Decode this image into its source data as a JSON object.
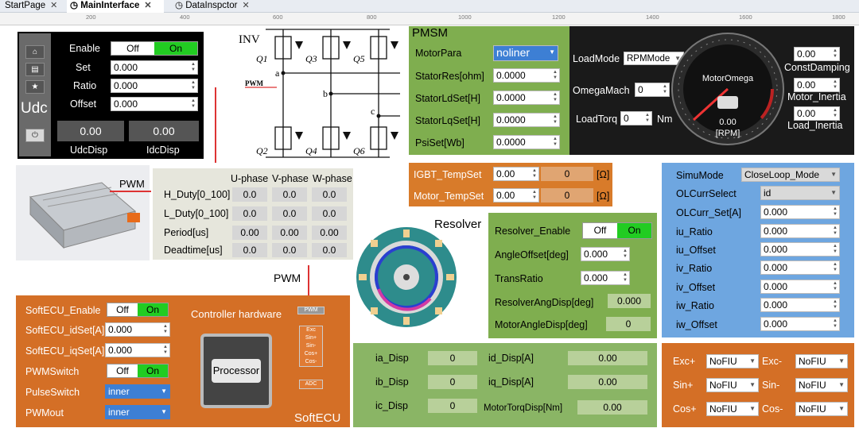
{
  "tabs": [
    {
      "label": "StartPage"
    },
    {
      "label": "MainInterface"
    },
    {
      "label": "DataInspctor"
    }
  ],
  "ruler": [
    "200",
    "400",
    "600",
    "800",
    "1000",
    "1200",
    "1400",
    "1600",
    "1800"
  ],
  "colors": {
    "panel_green": "#7fae4f",
    "panel_orange": "#d46f26",
    "panel_blue": "#6ea6e0",
    "on_green": "#22cc22"
  },
  "udc": {
    "title": "Udc",
    "enable_label": "Enable",
    "off": "Off",
    "on": "On",
    "set_label": "Set",
    "set_value": "0.000",
    "ratio_label": "Ratio",
    "ratio_value": "0.000",
    "offset_label": "Offset",
    "offset_value": "0.000",
    "udc_disp": "0.00",
    "idc_disp": "0.00",
    "udc_disp_label": "UdcDisp",
    "idc_disp_label": "IdcDisp"
  },
  "inv": {
    "title": "INV",
    "pwm": "PWM",
    "q1": "Q1",
    "q2": "Q2",
    "q3": "Q3",
    "q4": "Q4",
    "q5": "Q5",
    "q6": "Q6",
    "a": "a",
    "b": "b",
    "c": "c"
  },
  "pmsm": {
    "title": "PMSM",
    "motorpara_label": "MotorPara",
    "motorpara_value": "noliner",
    "statorres_label": "StatorRes[ohm]",
    "statorres_value": "0.0000",
    "ld_label": "StatorLdSet[H]",
    "ld_value": "0.0000",
    "lq_label": "StatorLqSet[H]",
    "lq_value": "0.0000",
    "psi_label": "PsiSet[Wb]",
    "psi_value": "0.0000"
  },
  "load": {
    "loadmode_label": "LoadMode",
    "loadmode_value": "RPMMode",
    "omega_label": "OmegaMach",
    "omega_value": "0",
    "torq_label": "LoadTorq",
    "torq_value": "0",
    "nm": "Nm",
    "gauge_title": "MotorOmega",
    "gauge_value": "0.00",
    "gauge_unit": "[RPM]",
    "const_damping_value": "0.00",
    "const_damping_label": "ConstDamping",
    "motor_inertia_value": "0.00",
    "motor_inertia_label": "Motor_Inertia",
    "load_inertia_value": "0.00",
    "load_inertia_label": "Load_Inertia"
  },
  "duty": {
    "pwm_label": "PWM",
    "headers": [
      "U-phase",
      "V-phase",
      "W-phase"
    ],
    "rows": [
      {
        "label": "H_Duty[0_100]",
        "values": [
          "0.0",
          "0.0",
          "0.0"
        ]
      },
      {
        "label": "L_Duty[0_100]",
        "values": [
          "0.0",
          "0.0",
          "0.0"
        ]
      },
      {
        "label": "Period[us]",
        "values": [
          "0.00",
          "0.00",
          "0.00"
        ]
      },
      {
        "label": "Deadtime[us]",
        "values": [
          "0.0",
          "0.0",
          "0.0"
        ]
      }
    ]
  },
  "temp": {
    "igbt_label": "IGBT_TempSet",
    "igbt_value": "0.00",
    "igbt_disp": "0",
    "motor_label": "Motor_TempSet",
    "motor_value": "0.00",
    "motor_disp": "0",
    "ohm": "[Ω]"
  },
  "resolver": {
    "title": "Resolver",
    "enable_label": "Resolver_Enable",
    "off": "Off",
    "on": "On",
    "angoffset_label": "AngleOffset[deg]",
    "angoffset_value": "0.000",
    "transratio_label": "TransRatio",
    "transratio_value": "0.000",
    "angdisp_label": "ResolverAngDisp[deg]",
    "angdisp_value": "0.000",
    "motorangle_label": "MotorAngleDisp[deg]",
    "motorangle_value": "0"
  },
  "simu": {
    "mode_label": "SimuMode",
    "mode_value": "CloseLoop_Mode",
    "olcurr_label": "OLCurrSelect",
    "olcurr_value": "id",
    "olset_label": "OLCurr_Set[A]",
    "olset_value": "0.000",
    "rows": [
      {
        "label": "iu_Ratio",
        "value": "0.000"
      },
      {
        "label": "iu_Offset",
        "value": "0.000"
      },
      {
        "label": "iv_Ratio",
        "value": "0.000"
      },
      {
        "label": "iv_Offset",
        "value": "0.000"
      },
      {
        "label": "iw_Ratio",
        "value": "0.000"
      },
      {
        "label": "iw_Offset",
        "value": "0.000"
      }
    ]
  },
  "soft": {
    "enable_label": "SoftECU_Enable",
    "off": "Off",
    "on": "On",
    "idset_label": "SoftECU_idSet[A]",
    "idset_value": "0.000",
    "iqset_label": "SoftECU_iqSet[A]",
    "iqset_value": "0.000",
    "pwmswitch_label": "PWMSwitch",
    "pulseswitch_label": "PulseSwitch",
    "pulseswitch_value": "inner",
    "pwmout_label": "PWMout",
    "pwmout_value": "inner",
    "hw_title": "Controller hardware",
    "processor": "Processor",
    "softecu": "SoftECU",
    "pin_pwm": "PWM",
    "pin_exc": "Exc",
    "pin_sinp": "Sin+",
    "pin_sinm": "Sin-",
    "pin_cosp": "Cos+",
    "pin_cosm": "Cos-",
    "pin_adc": "ADC",
    "pwm_link": "PWM"
  },
  "disps": {
    "ia_label": "ia_Disp",
    "ia_value": "0",
    "ib_label": "ib_Disp",
    "ib_value": "0",
    "ic_label": "ic_Disp",
    "ic_value": "0",
    "id_label": "id_Disp[A]",
    "id_value": "0.00",
    "iq_label": "iq_Disp[A]",
    "iq_value": "0.00",
    "torq_label": "MotorTorqDisp[Nm]",
    "torq_value": "0.00"
  },
  "fiu": {
    "excp_label": "Exc+",
    "excp_value": "NoFIU",
    "excm_label": "Exc-",
    "excm_value": "NoFIU",
    "sinp_label": "Sin+",
    "sinp_value": "NoFIU",
    "sinm_label": "Sin-",
    "sinm_value": "NoFIU",
    "cosp_label": "Cos+",
    "cosp_value": "NoFIU",
    "cosm_label": "Cos-",
    "cosm_value": "NoFIU"
  }
}
